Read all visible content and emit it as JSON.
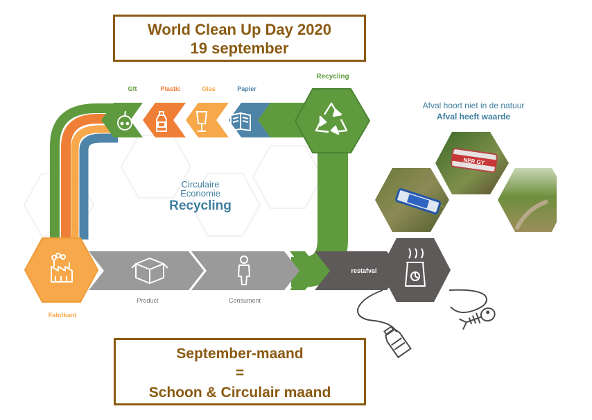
{
  "title_box": {
    "line1": "World Clean Up Day 2020",
    "line2": "19 september"
  },
  "bottom_box": {
    "line1": "September-maand",
    "line2": "=",
    "line3": "Schoon & Circulair maand"
  },
  "categories": {
    "gft": "Gft",
    "plastic": "Plastic",
    "glas": "Glas",
    "papier": "Papier"
  },
  "recycling_label": "Recycling",
  "center": {
    "line1": "Circulaire",
    "line2": "Economie",
    "line3": "Recycling"
  },
  "flow": {
    "fabrikant": "Fabrikant",
    "product": "Product",
    "consument": "Consument",
    "restafval": "restafval"
  },
  "slogan": {
    "line1": "Afval hoort niet in de natuur",
    "line2": "Afval heeft waarde"
  },
  "photos": {
    "photo3_text": "NER GY"
  },
  "colors": {
    "green": "#5f9a3e",
    "orange": "#ef7f36",
    "yellow": "#f7a84a",
    "blue": "#4e84a8",
    "grey": "#9a9a9a",
    "dark_grey": "#5d5a59",
    "brown": "#8a5a12",
    "teal_text": "#3f7fa0"
  },
  "icons": [
    "apple-icon",
    "bottle-icon",
    "glass-icon",
    "book-icon",
    "recycle-icon",
    "factory-icon",
    "box-icon",
    "person-icon",
    "incinerator-icon",
    "fish-skeleton-icon"
  ]
}
